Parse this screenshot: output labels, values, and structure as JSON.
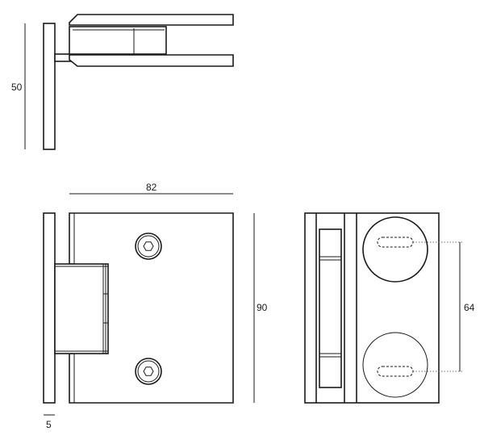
{
  "dimensions": {
    "side_height": "50",
    "width": "82",
    "height": "90",
    "hole_spacing": "64",
    "plate_thickness": "5"
  }
}
